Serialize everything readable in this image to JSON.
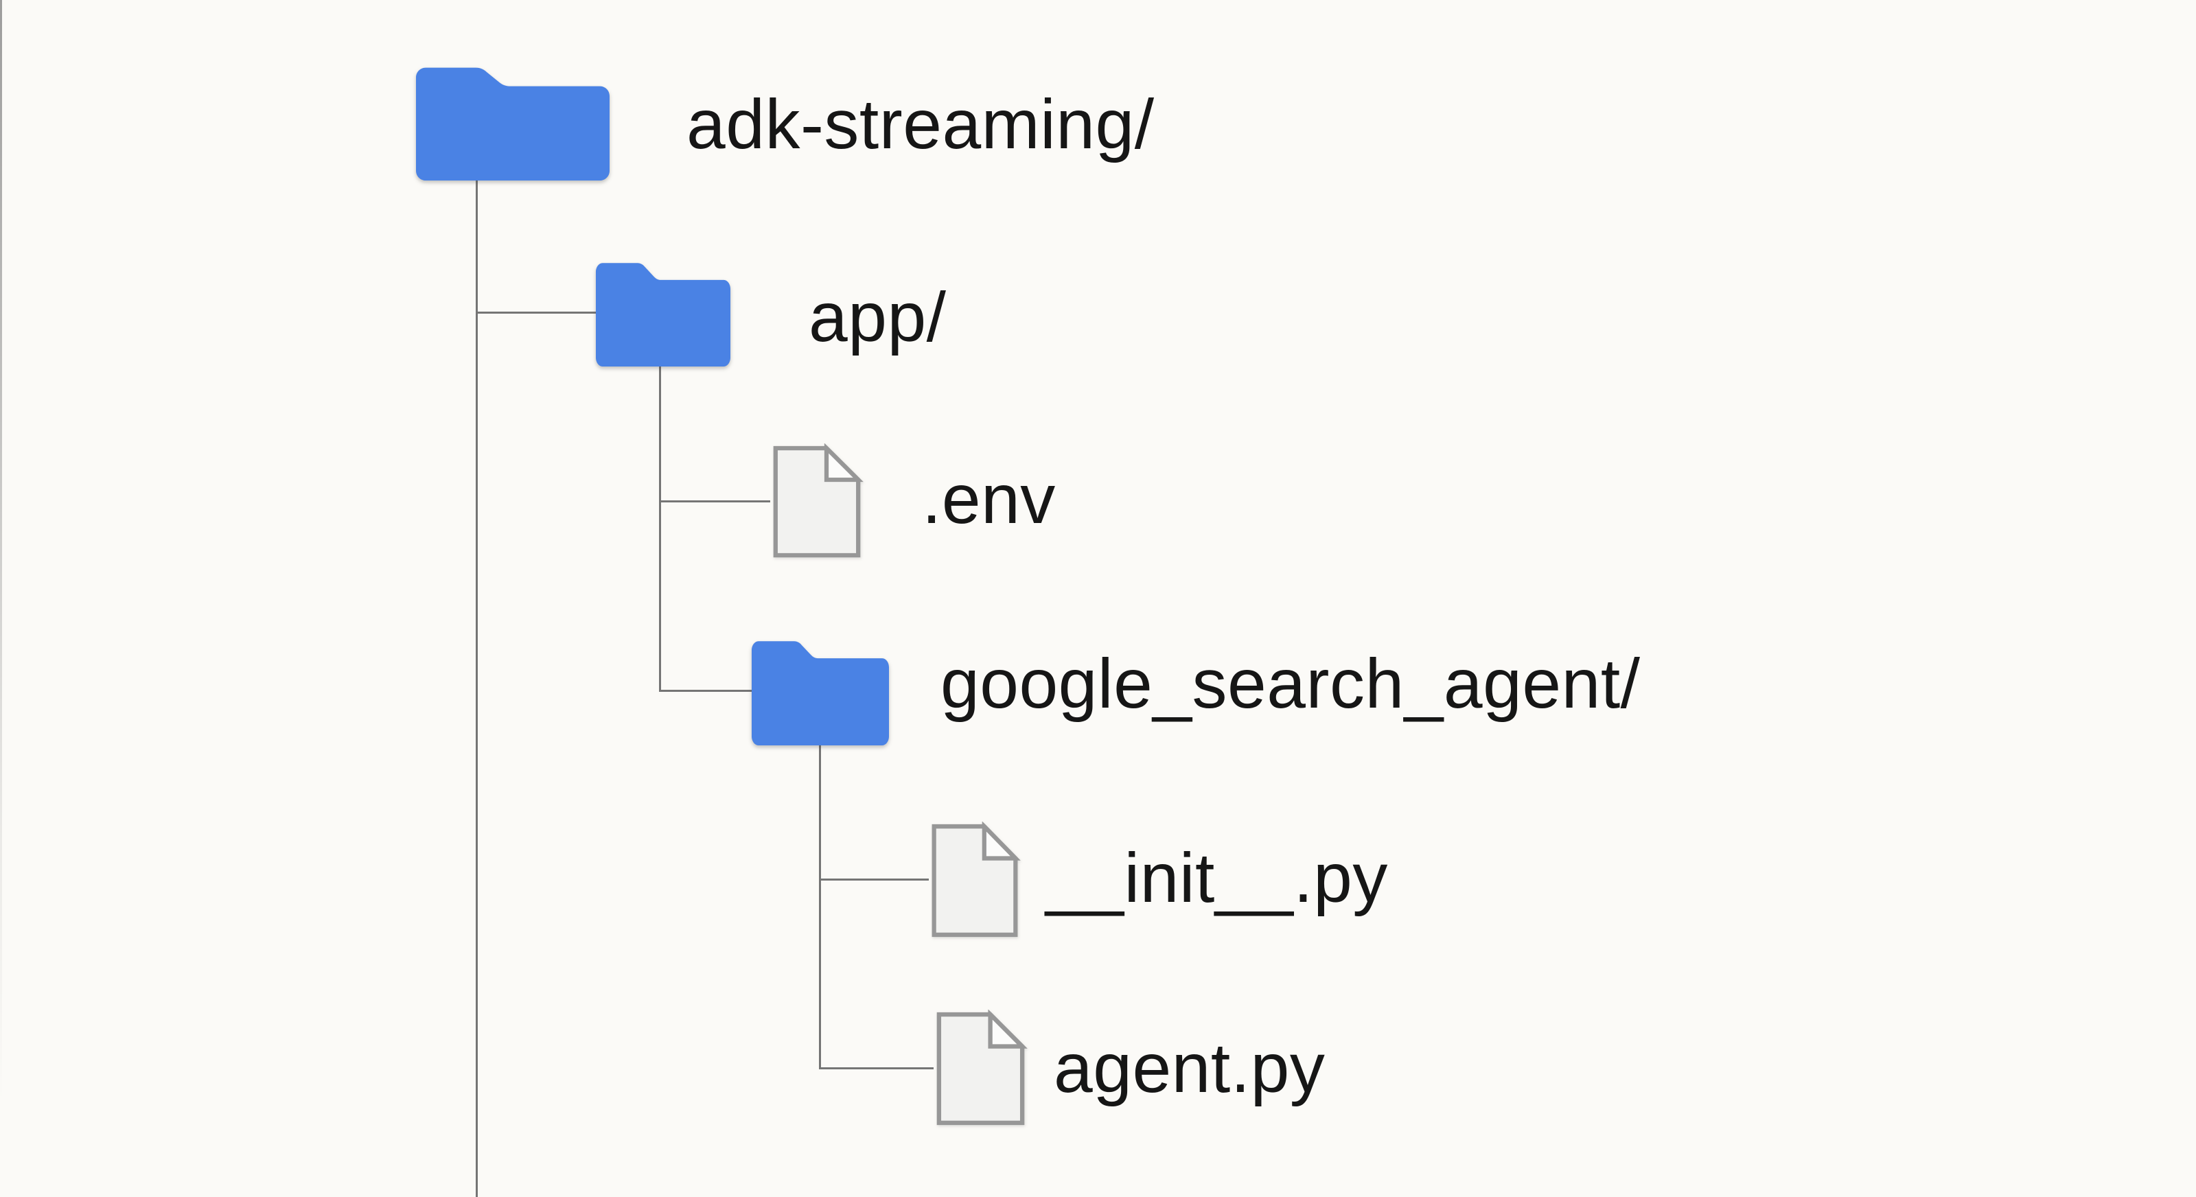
{
  "colors": {
    "background": "#fbfaf7",
    "folder_blue": "#4a82e4",
    "file_fill": "#f2f2f0",
    "file_fold": "#fcfcfb",
    "file_border": "#979797",
    "line_gray": "#757575",
    "text": "#161616"
  },
  "tree": {
    "nodes": [
      {
        "id": "adk-streaming",
        "type": "folder",
        "depth": 0,
        "label": "adk-streaming/"
      },
      {
        "id": "app",
        "type": "folder",
        "depth": 1,
        "label": "app/"
      },
      {
        "id": "env",
        "type": "file",
        "depth": 2,
        "label": ".env"
      },
      {
        "id": "google-search-agent",
        "type": "folder",
        "depth": 2,
        "label": "google_search_agent/"
      },
      {
        "id": "init-py",
        "type": "file",
        "depth": 3,
        "label": "__init__.py"
      },
      {
        "id": "agent-py",
        "type": "file",
        "depth": 3,
        "label": "agent.py"
      }
    ]
  }
}
